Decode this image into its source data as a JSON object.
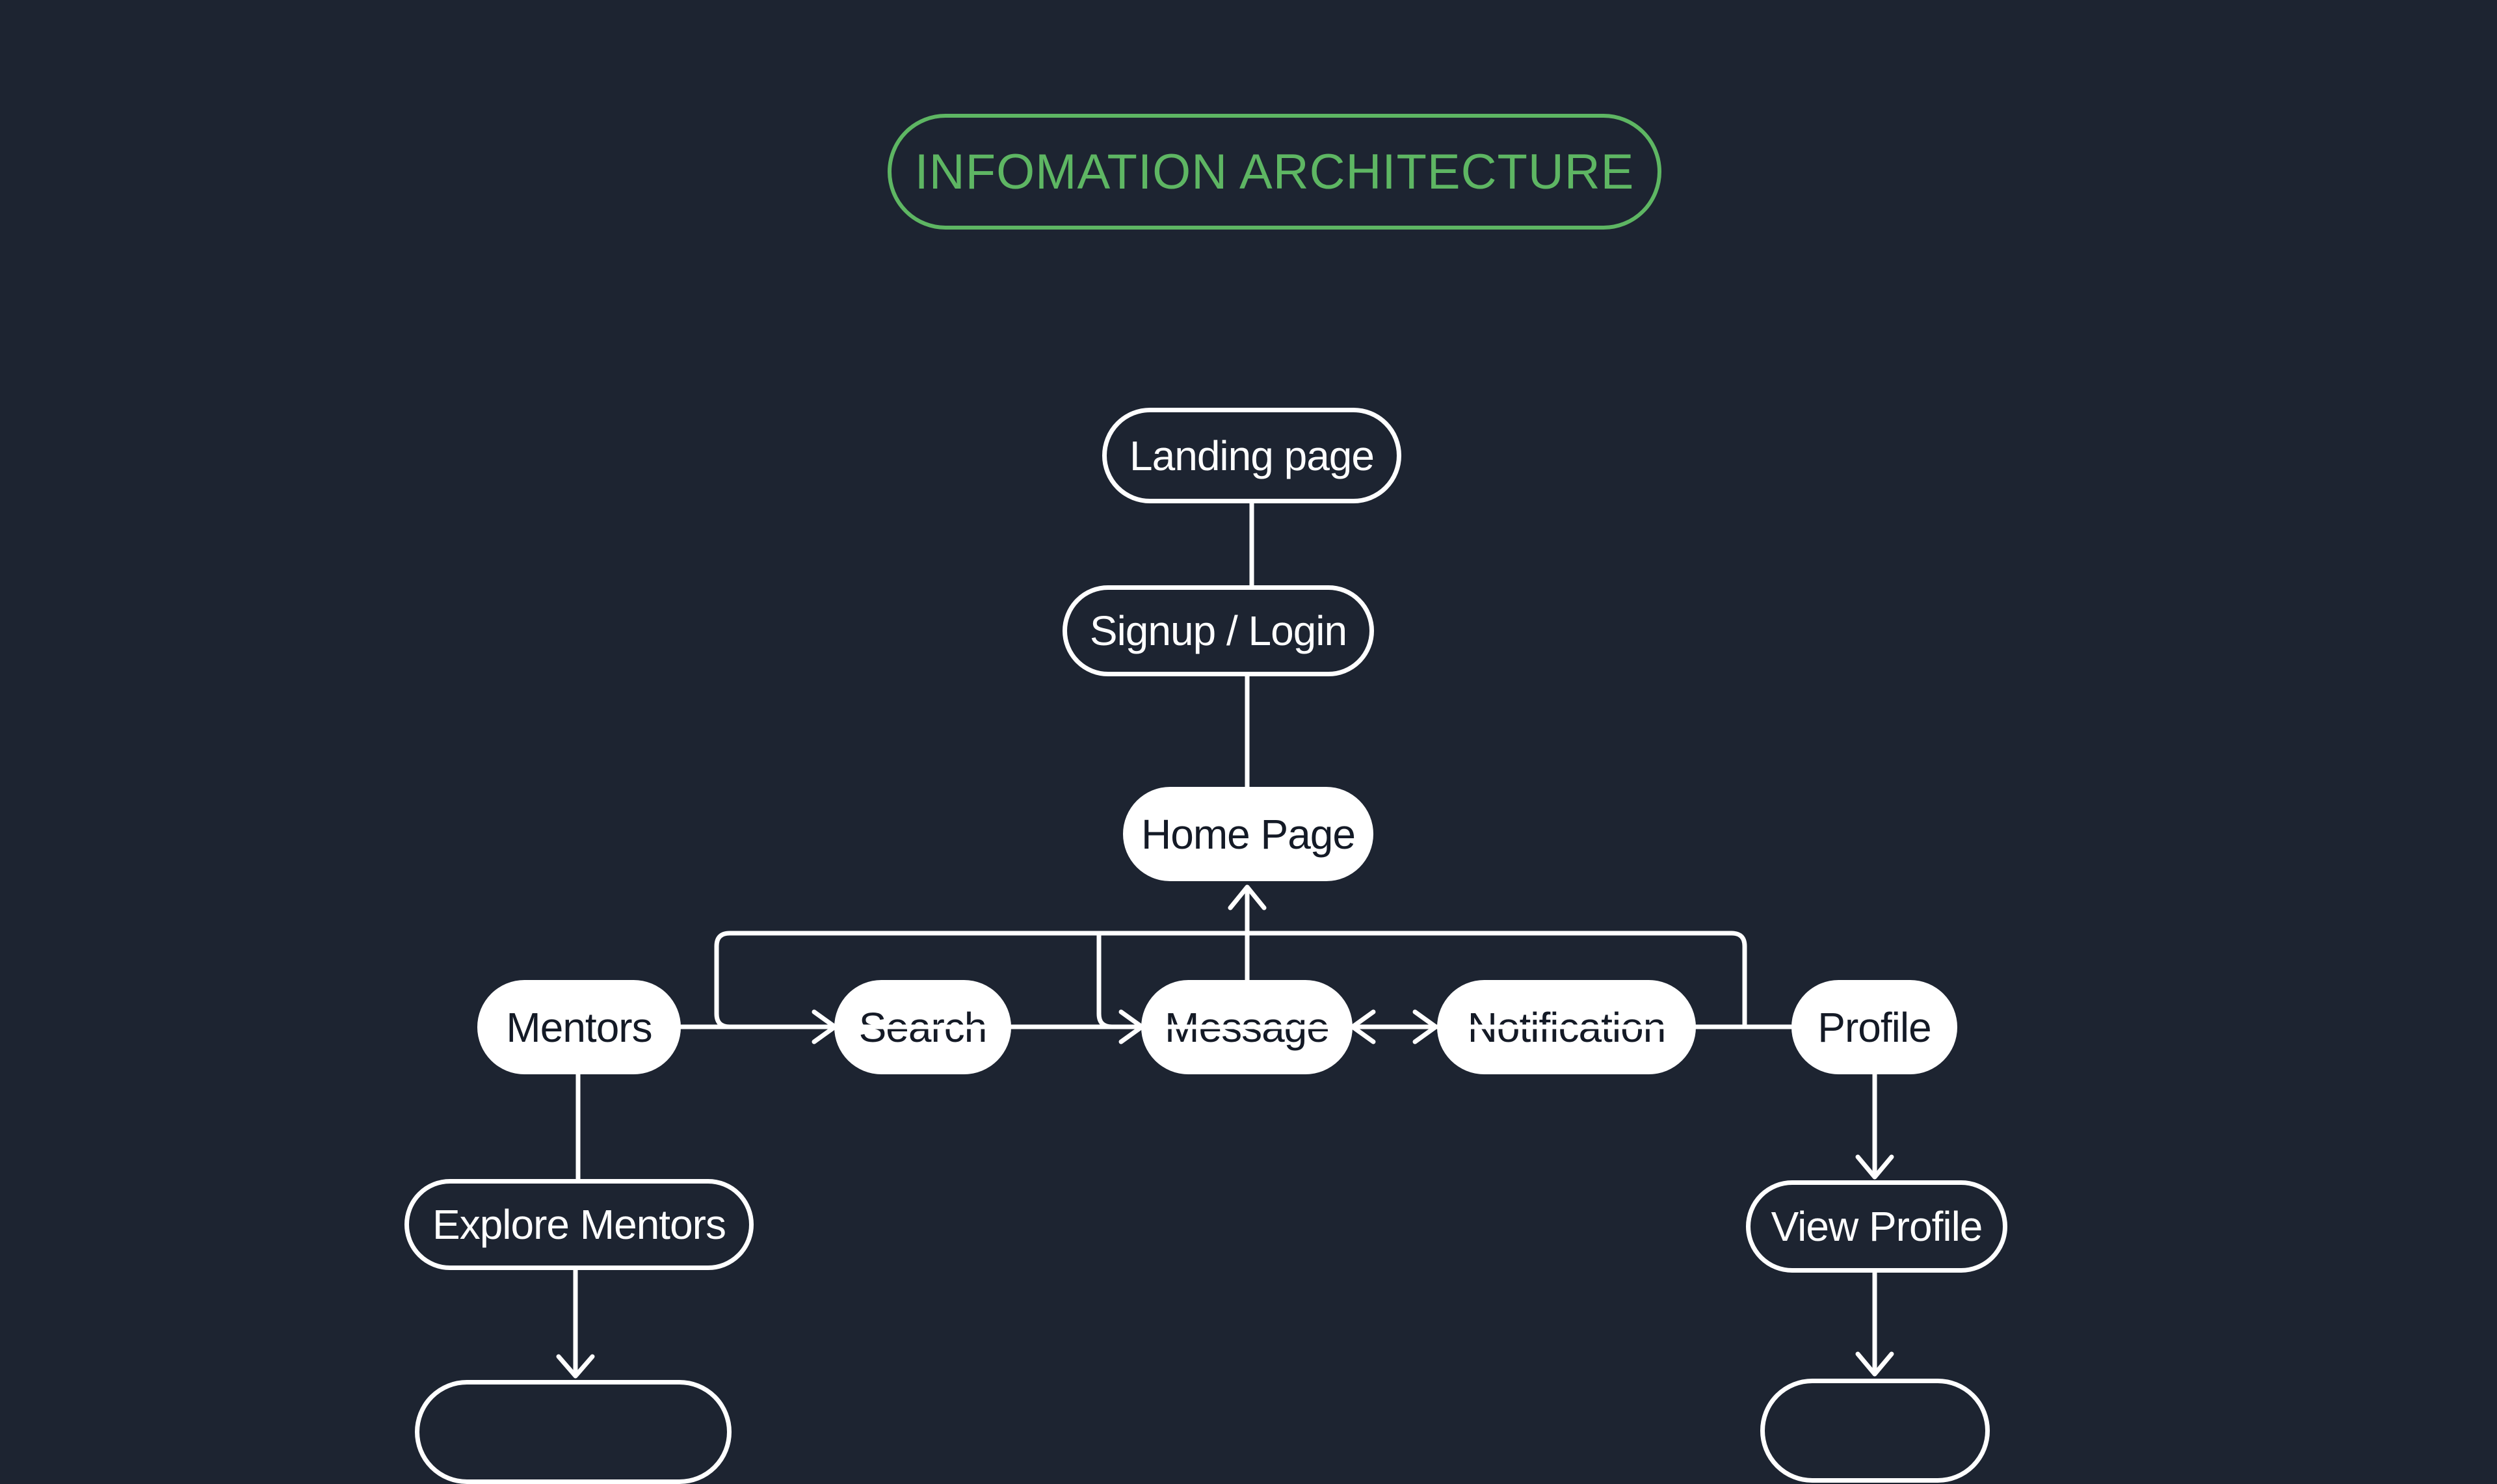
{
  "title": {
    "label": "INFOMATION ARCHITECTURE"
  },
  "colors": {
    "background": "#1d2431",
    "accent_green": "#5eb663",
    "node_fill": "#ffffff",
    "node_text_dark": "#141a26",
    "line": "#ffffff"
  },
  "nodes": {
    "landing": {
      "label": "Landing page",
      "style": "outlined"
    },
    "signup": {
      "label": "Signup / Login",
      "style": "outlined"
    },
    "home": {
      "label": "Home Page",
      "style": "filled"
    },
    "mentors": {
      "label": "Mentors",
      "style": "filled"
    },
    "search": {
      "label": "Search",
      "style": "filled"
    },
    "message": {
      "label": "Message",
      "style": "filled"
    },
    "notification": {
      "label": "Notification",
      "style": "filled"
    },
    "profile": {
      "label": "Profile",
      "style": "filled"
    },
    "explore_mentors": {
      "label": "Explore Mentors",
      "style": "outlined"
    },
    "view_profile": {
      "label": "View Profile",
      "style": "outlined"
    },
    "cut_left": {
      "label": "",
      "style": "outlined"
    },
    "cut_right": {
      "label": "",
      "style": "outlined"
    }
  },
  "edges": [
    {
      "from": "landing",
      "to": "signup",
      "arrows": "none"
    },
    {
      "from": "signup",
      "to": "home",
      "arrows": "none"
    },
    {
      "from": "message",
      "to": "home",
      "arrows": "to"
    },
    {
      "from": "home",
      "to": "children-row",
      "type": "bracket",
      "arrows": "none"
    },
    {
      "from": "mentors",
      "to": "search",
      "arrows": "to"
    },
    {
      "from": "search",
      "to": "message",
      "arrows": "to"
    },
    {
      "from": "message",
      "to": "notification",
      "arrows": "both"
    },
    {
      "from": "notification",
      "to": "profile",
      "arrows": "none"
    },
    {
      "from": "mentors",
      "to": "explore_mentors",
      "arrows": "none"
    },
    {
      "from": "explore_mentors",
      "to": "cut_left",
      "arrows": "to"
    },
    {
      "from": "profile",
      "to": "view_profile",
      "arrows": "to"
    },
    {
      "from": "view_profile",
      "to": "cut_right",
      "arrows": "to"
    }
  ]
}
